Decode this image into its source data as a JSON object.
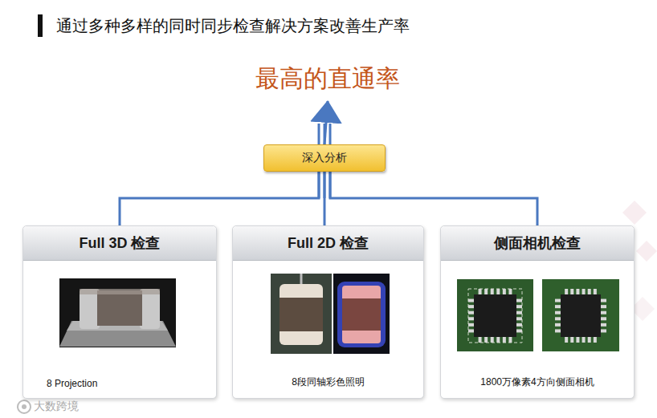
{
  "diagram": {
    "title": "通过多种多样的同时同步检查解决方案改善生产率",
    "nodes": [
      {
        "text": [
          "最高的直通率"
        ]
      },
      {
        "text": [
          "深入分析"
        ]
      },
      {
        "text": [
          "Full 3D 检查",
          "8 Projection"
        ]
      },
      {
        "text": [
          "Full 2D 检查",
          "8段同轴彩色照明"
        ]
      },
      {
        "text": [
          "侧面相机检查",
          "1800万像素4方向侧面相机"
        ]
      }
    ],
    "edges": [
      {
        "from": 2,
        "to": 1,
        "arrow": "none"
      },
      {
        "from": 3,
        "to": 1,
        "arrow": "none"
      },
      {
        "from": 4,
        "to": 1,
        "arrow": "none"
      },
      {
        "from": 1,
        "to": 0,
        "arrow": "to"
      }
    ],
    "labels": [
      "大数跨境"
    ]
  }
}
